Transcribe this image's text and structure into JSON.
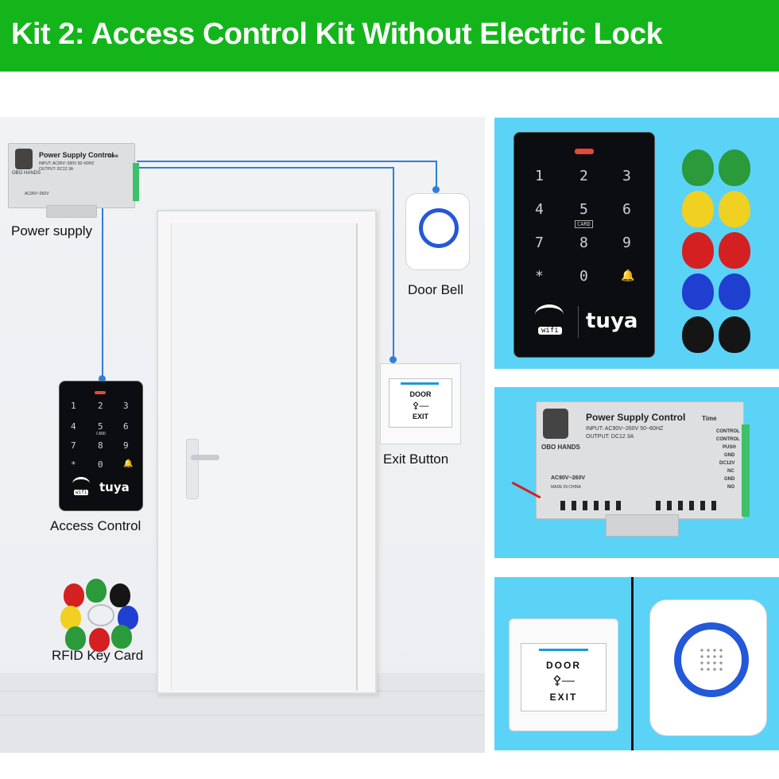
{
  "header": {
    "title": "Kit 2: Access Control Kit Without Electric Lock"
  },
  "labels": {
    "power_supply": "Power supply",
    "door_bell": "Door Bell",
    "exit_button": "Exit Button",
    "access_control": "Access Control",
    "rfid_key_card": "RFID Key Card"
  },
  "power_supply_device": {
    "brand": "OBO HANDS",
    "title": "Power Supply Control",
    "time_label": "Time",
    "input": "INPUT: AC90V~260V 50~60HZ",
    "output": "OUTPUT: DC12 3A",
    "rating": "AC90V~260V",
    "made_in": "MADE IN CHINA",
    "terminals": [
      "CONTROL",
      "CONTROL",
      "PUSH",
      "GND",
      "DC12V",
      "NC",
      "GND",
      "NO"
    ]
  },
  "keypad": {
    "keys": [
      "1",
      "2",
      "3",
      "4",
      "5",
      "6",
      "7",
      "8",
      "9",
      "*",
      "0",
      "bell"
    ],
    "card_label": "CARD",
    "wifi_label": "wifi",
    "brand": "tuya"
  },
  "exit_button_device": {
    "top": "DOOR",
    "bottom": "EXIT"
  },
  "colors": {
    "header_green": "#13b51a",
    "panel_blue": "#5bd3f6",
    "wire_blue": "#2f7fd8"
  }
}
